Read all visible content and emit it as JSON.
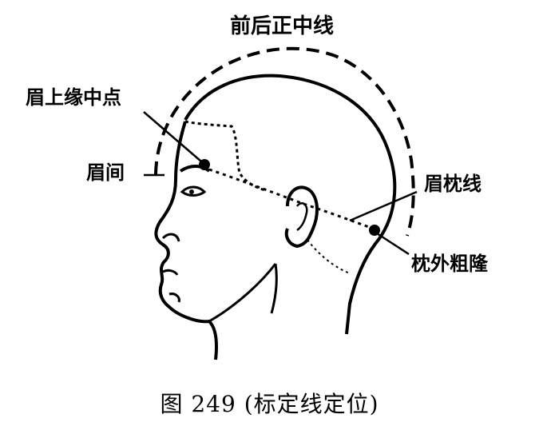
{
  "labels": {
    "midline": "前后正中线",
    "brow_midpoint": "眉上缘中点",
    "glabella": "眉间",
    "brow_occipital_line": "眉枕线",
    "occipital_protuberance": "枕外粗隆"
  },
  "caption": "图 249 (标定线定位)"
}
